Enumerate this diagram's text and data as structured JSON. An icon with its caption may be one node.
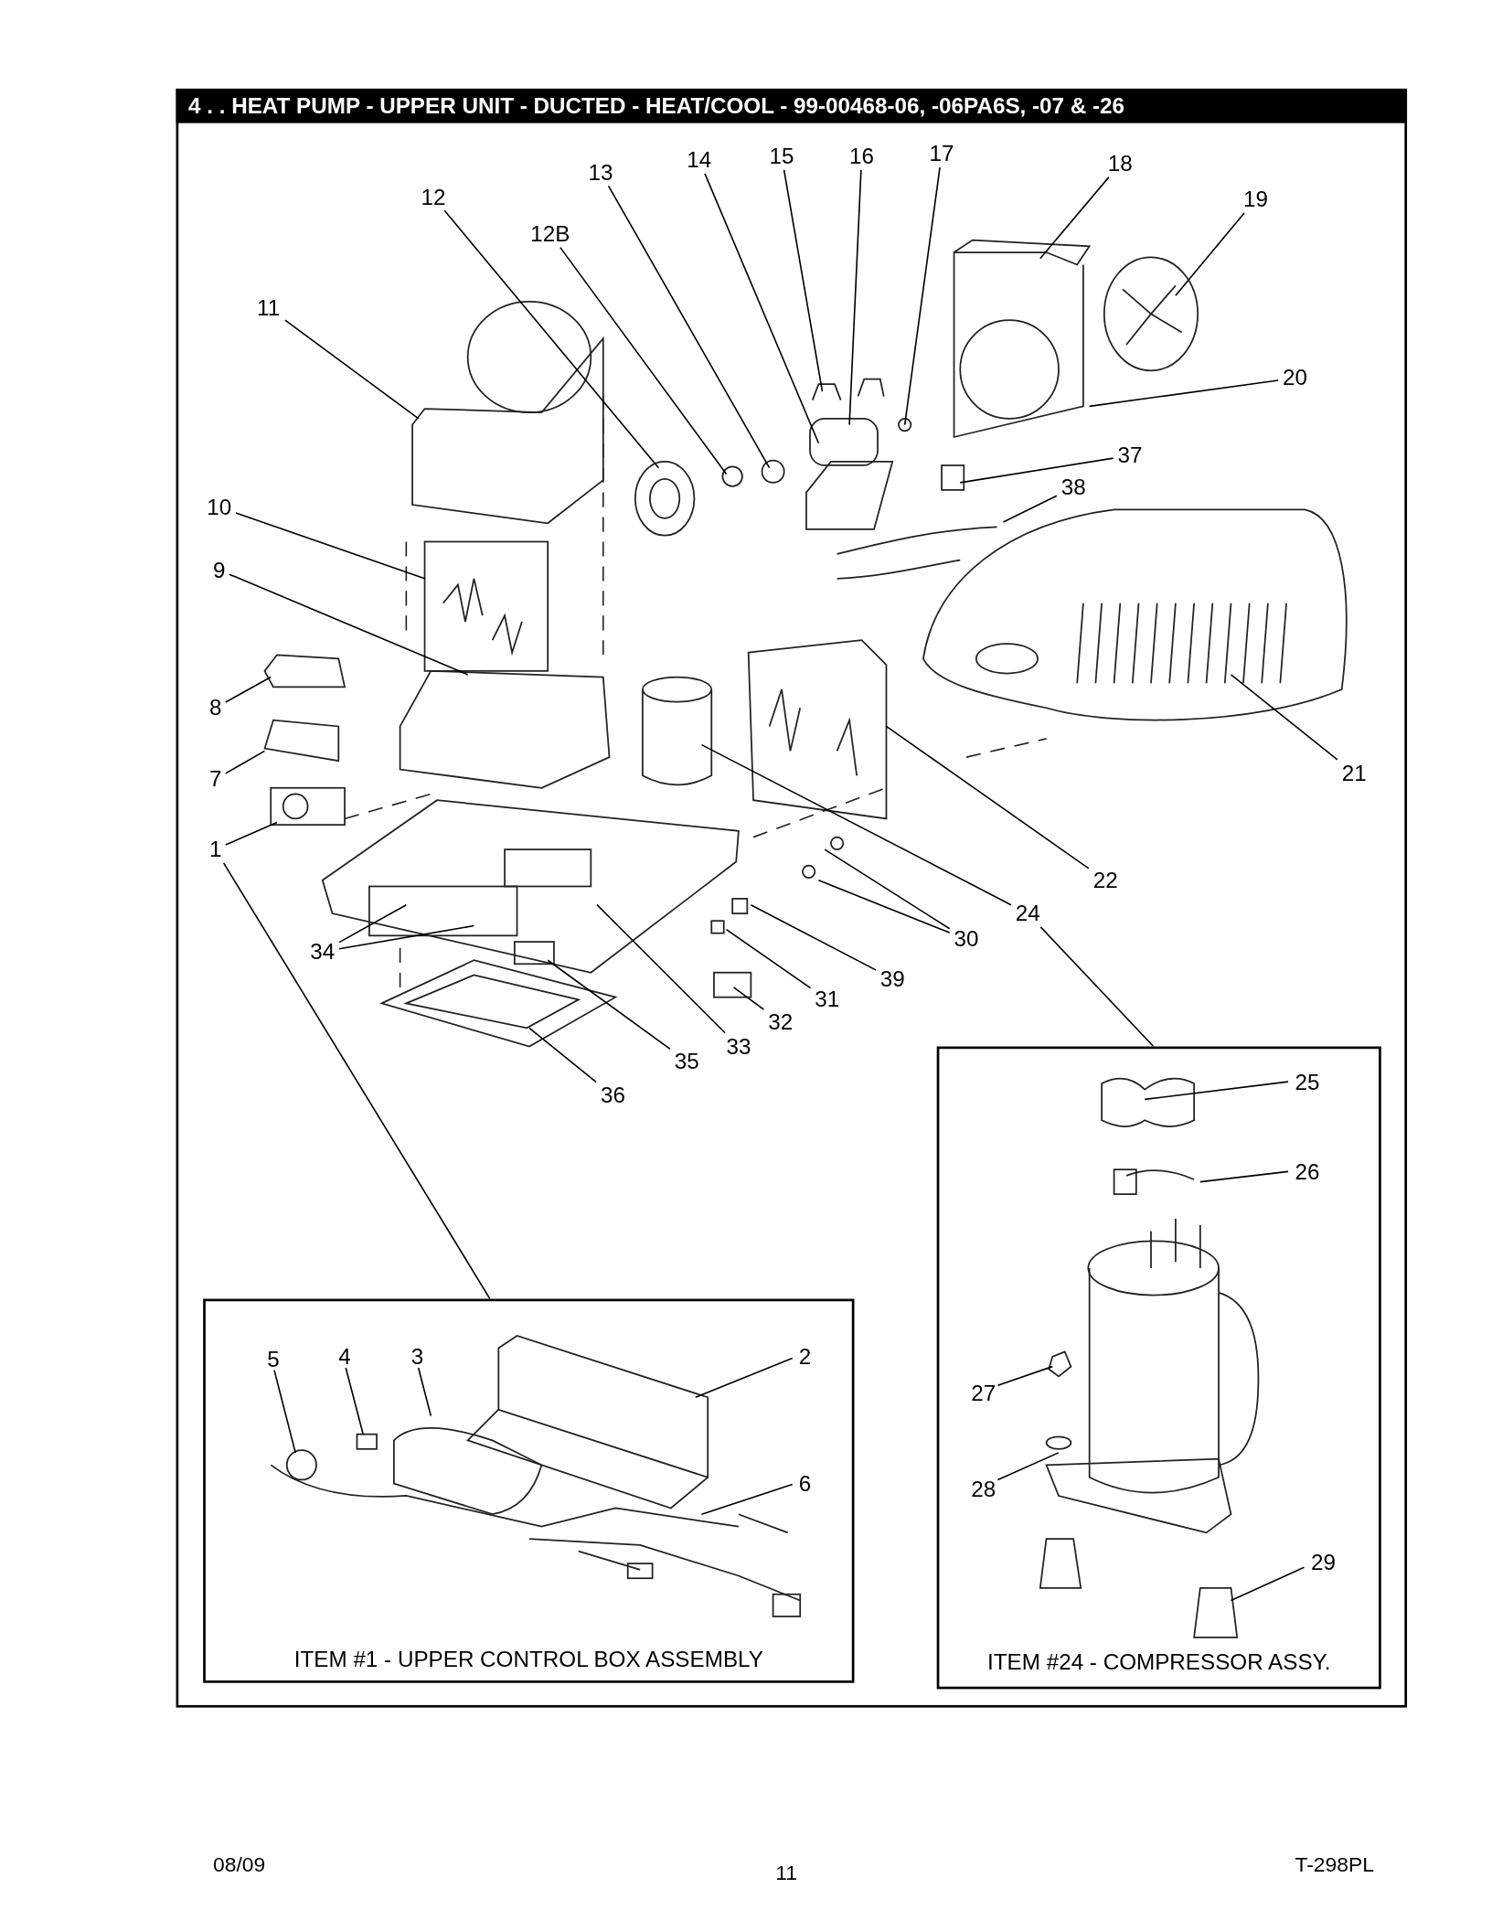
{
  "diagram": {
    "title": "4 . . HEAT PUMP - UPPER UNIT - DUCTED - HEAT/COOL - 99-00468-06, -06PA6S, -07 & -26",
    "nodes": [
      {
        "text": [
          "17"
        ]
      },
      {
        "text": [
          "15"
        ]
      },
      {
        "text": [
          "16"
        ]
      },
      {
        "text": [
          "14"
        ]
      },
      {
        "text": [
          "18"
        ]
      },
      {
        "text": [
          "13"
        ]
      },
      {
        "text": [
          "12"
        ]
      },
      {
        "text": [
          "19"
        ]
      },
      {
        "text": [
          "12B"
        ]
      },
      {
        "text": [
          "11"
        ]
      },
      {
        "text": [
          "20"
        ]
      },
      {
        "text": [
          "37"
        ]
      },
      {
        "text": [
          "38"
        ]
      },
      {
        "text": [
          "10"
        ]
      },
      {
        "text": [
          "9"
        ]
      },
      {
        "text": [
          "8"
        ]
      },
      {
        "text": [
          "21"
        ]
      },
      {
        "text": [
          "7"
        ]
      },
      {
        "text": [
          "1"
        ]
      },
      {
        "text": [
          "22"
        ]
      },
      {
        "text": [
          "24"
        ]
      },
      {
        "text": [
          "30"
        ]
      },
      {
        "text": [
          "34"
        ]
      },
      {
        "text": [
          "39"
        ]
      },
      {
        "text": [
          "31"
        ]
      },
      {
        "text": [
          "32"
        ]
      },
      {
        "text": [
          "33"
        ]
      },
      {
        "text": [
          "35"
        ]
      },
      {
        "text": [
          "36"
        ]
      },
      {
        "text": [
          "ITEM #24 - COMPRESSOR ASSY."
        ]
      },
      {
        "text": [
          "25"
        ],
        "in": 29
      },
      {
        "text": [
          "26"
        ],
        "in": 29
      },
      {
        "text": [
          "27"
        ],
        "in": 29
      },
      {
        "text": [
          "28"
        ],
        "in": 29
      },
      {
        "text": [
          "29"
        ],
        "in": 29
      },
      {
        "text": [
          "ITEM #1 - UPPER CONTROL BOX ASSEMBLY"
        ]
      },
      {
        "text": [
          "5"
        ],
        "in": 35
      },
      {
        "text": [
          "4"
        ],
        "in": 35
      },
      {
        "text": [
          "3"
        ],
        "in": 35
      },
      {
        "text": [
          "2"
        ],
        "in": 35
      },
      {
        "text": [
          "6"
        ],
        "in": 35
      }
    ],
    "edges": [
      {
        "from": 0,
        "to": null,
        "arrow": "none"
      },
      {
        "from": 1,
        "to": null,
        "arrow": "none"
      },
      {
        "from": 2,
        "to": null,
        "arrow": "none"
      },
      {
        "from": 3,
        "to": null,
        "arrow": "none"
      },
      {
        "from": 4,
        "to": null,
        "arrow": "none"
      },
      {
        "from": 5,
        "to": null,
        "arrow": "none"
      },
      {
        "from": 6,
        "to": null,
        "arrow": "none"
      },
      {
        "from": 7,
        "to": null,
        "arrow": "none"
      },
      {
        "from": 8,
        "to": null,
        "arrow": "none"
      },
      {
        "from": 9,
        "to": null,
        "arrow": "none"
      },
      {
        "from": 10,
        "to": null,
        "arrow": "none"
      },
      {
        "from": 11,
        "to": null,
        "arrow": "none"
      },
      {
        "from": 12,
        "to": null,
        "arrow": "none"
      },
      {
        "from": 13,
        "to": null,
        "arrow": "none"
      },
      {
        "from": 14,
        "to": null,
        "arrow": "none"
      },
      {
        "from": 15,
        "to": null,
        "arrow": "none"
      },
      {
        "from": 16,
        "to": null,
        "arrow": "none"
      },
      {
        "from": 17,
        "to": null,
        "arrow": "none"
      },
      {
        "from": 18,
        "to": null,
        "arrow": "none"
      },
      {
        "from": 18,
        "to": 35,
        "arrow": "none"
      },
      {
        "from": 19,
        "to": null,
        "arrow": "none"
      },
      {
        "from": 20,
        "to": null,
        "arrow": "none"
      },
      {
        "from": 20,
        "to": 29,
        "arrow": "none"
      },
      {
        "from": 21,
        "to": null,
        "arrow": "none"
      },
      {
        "from": 21,
        "to": null,
        "arrow": "none"
      },
      {
        "from": 22,
        "to": null,
        "arrow": "none"
      },
      {
        "from": 22,
        "to": null,
        "arrow": "none"
      },
      {
        "from": 23,
        "to": null,
        "arrow": "none"
      },
      {
        "from": 24,
        "to": null,
        "arrow": "none"
      },
      {
        "from": 25,
        "to": null,
        "arrow": "none"
      },
      {
        "from": 26,
        "to": null,
        "arrow": "none"
      },
      {
        "from": 27,
        "to": null,
        "arrow": "none"
      },
      {
        "from": 28,
        "to": null,
        "arrow": "none"
      },
      {
        "from": 30,
        "to": null,
        "arrow": "none"
      },
      {
        "from": 31,
        "to": null,
        "arrow": "none"
      },
      {
        "from": 32,
        "to": null,
        "arrow": "none"
      },
      {
        "from": 33,
        "to": null,
        "arrow": "none"
      },
      {
        "from": 34,
        "to": null,
        "arrow": "none"
      },
      {
        "from": 39,
        "to": null,
        "arrow": "none"
      },
      {
        "from": 40,
        "to": null,
        "arrow": "none"
      },
      {
        "from": 36,
        "to": null,
        "arrow": "none"
      },
      {
        "from": 37,
        "to": null,
        "arrow": "none"
      },
      {
        "from": 38,
        "to": null,
        "arrow": "none"
      }
    ],
    "labels": [
      "08/09",
      "11",
      "T-298PL"
    ]
  }
}
